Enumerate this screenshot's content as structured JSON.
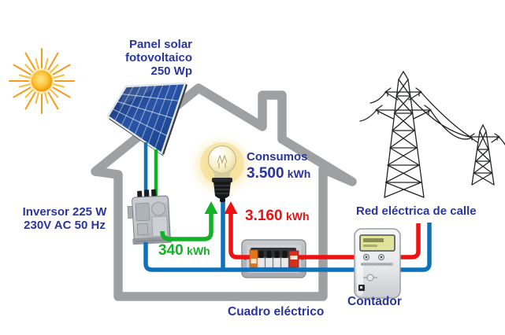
{
  "diagram": {
    "type": "solar-self-consumption-schematic",
    "labels": {
      "panel": {
        "lines": [
          "Panel solar",
          "fotovoltaico",
          "250 Wp"
        ]
      },
      "inverter": {
        "lines": [
          "Inversor 225 W",
          "230V AC 50 Hz"
        ]
      },
      "consumption": {
        "title": "Consumos",
        "value": "3.500",
        "unit": "kWh"
      },
      "grid_import": {
        "value": "3.160",
        "unit": "kWh"
      },
      "solar_supply": {
        "value": "340",
        "unit": "kWh"
      },
      "grid": "Red eléctrica de calle",
      "meter": "Contador",
      "breaker_panel": "Cuadro eléctrico"
    },
    "icons": {
      "sun": "sun-icon",
      "house": "house-outline",
      "solar_panel": "solar-panel-icon",
      "inverter": "inverter-icon",
      "light_bulb": "light-bulb-icon",
      "breaker_panel": "breaker-panel-icon",
      "meter": "electric-meter-icon",
      "towers": "transmission-towers-icon",
      "green_arrow": "solar-flow-arrow",
      "red_arrow": "grid-flow-arrow"
    },
    "colors": {
      "text_navy": "#2a35a0",
      "flow_green": "#12b226",
      "flow_red": "#ee1111",
      "wire_blue": "#0e72ba",
      "house_gray": "#9ea0a2",
      "sun_orange": "#f29b1d",
      "panel_blue": "#1d4792",
      "glow_yellow": "#f6dc82"
    }
  }
}
